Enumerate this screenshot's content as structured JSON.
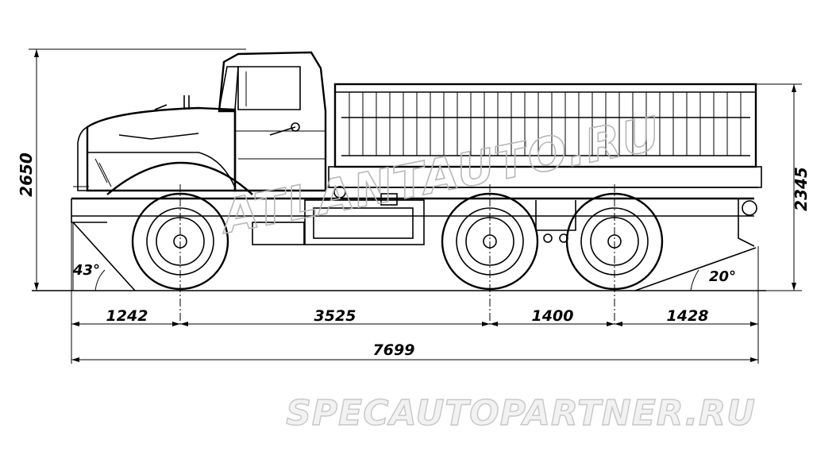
{
  "dimensions": {
    "overall_height": "2650",
    "platform_height": "2345",
    "front_overhang": "1242",
    "wheelbase_front": "3525",
    "wheelbase_rear": "1400",
    "rear_overhang": "1428",
    "overall_length": "7699"
  },
  "angles": {
    "approach": "43°",
    "departure": "20°"
  },
  "watermarks": {
    "diagonal": "ATLANTAUTO.RU",
    "bottom": "SPECAUTOPARTNER.RU"
  }
}
